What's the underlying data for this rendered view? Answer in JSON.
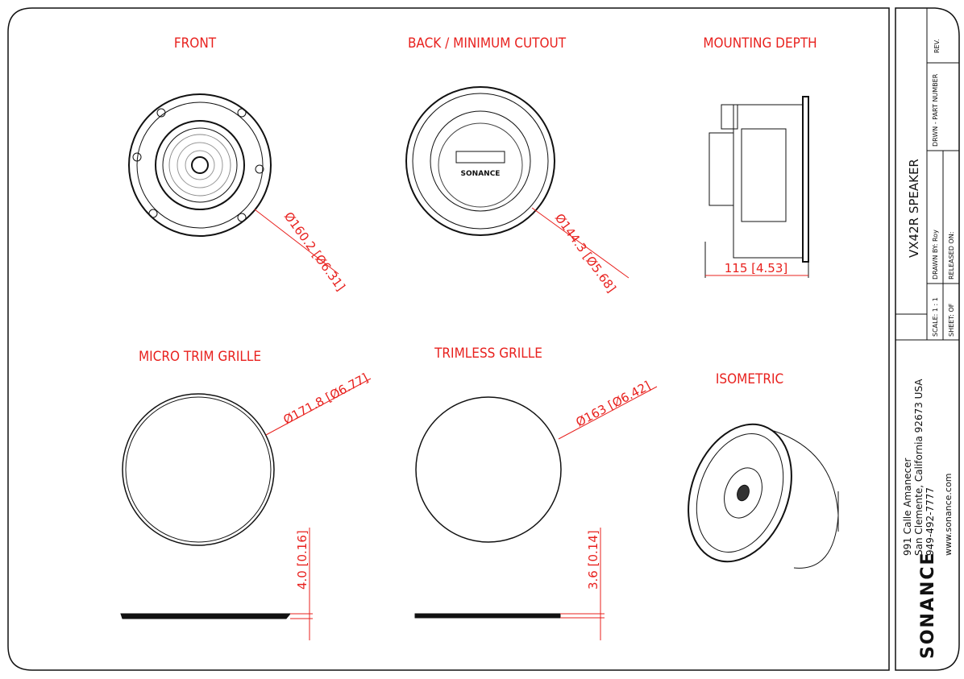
{
  "views": {
    "front": {
      "title": "FRONT",
      "dimension": "Ø160.2 [Ø6.31]"
    },
    "back": {
      "title": "BACK / MINIMUM CUTOUT",
      "dimension": "Ø144.3 [Ø5.68]",
      "logo_text": "SONANCE"
    },
    "depth": {
      "title": "MOUNTING DEPTH",
      "dimension": "115 [4.53]"
    },
    "micro_trim": {
      "title": "MICRO TRIM GRILLE",
      "dimension": "Ø171.8 [Ø6.77]",
      "thickness": "4.0 [0.16]"
    },
    "trimless": {
      "title": "TRIMLESS GRILLE",
      "dimension": "Ø163 [Ø6.42]",
      "thickness": "3.6 [0.14]"
    },
    "isometric": {
      "title": "ISOMETRIC"
    }
  },
  "title_block": {
    "product": "VX42R SPEAKER",
    "scale": "SCALE: 1 : 1",
    "sheet": "SHEET:   OF",
    "drawn_by": "DRAWN BY:  Roy",
    "released_on": "RELEASED ON:",
    "part_number": "DRWN - PART NUMBER",
    "rev": "REV.",
    "company": "SONANCE",
    "address1": "991 Calle Amanecer",
    "address2": "San Clemente, California  92673 USA",
    "phone": "949-492-7777",
    "website": "www.sonance.com"
  },
  "colors": {
    "annotation": "#e8211e",
    "lines": "#111111"
  }
}
